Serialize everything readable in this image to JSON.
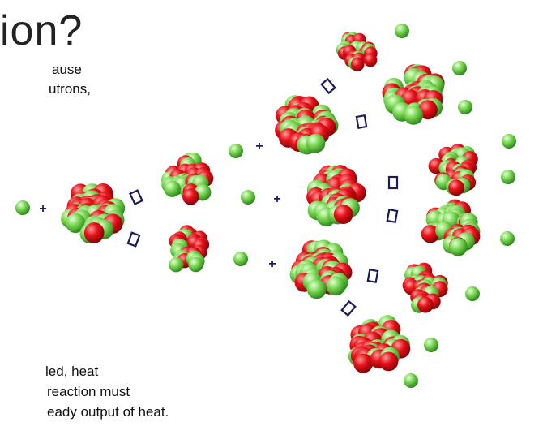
{
  "slide": {
    "title_fragment": "ion?",
    "top_lines": [
      "ause",
      "utrons,"
    ],
    "bottom_lines": [
      "led, heat",
      "reaction must",
      "eady output of heat."
    ]
  },
  "diagram": {
    "description_type": "chain-reaction",
    "colors": {
      "proton": "#e8131b",
      "neutron": "#7ed957",
      "arrow": "#1a1a5e",
      "plus": "#1a1a5e"
    },
    "plus_symbol": "+"
  }
}
